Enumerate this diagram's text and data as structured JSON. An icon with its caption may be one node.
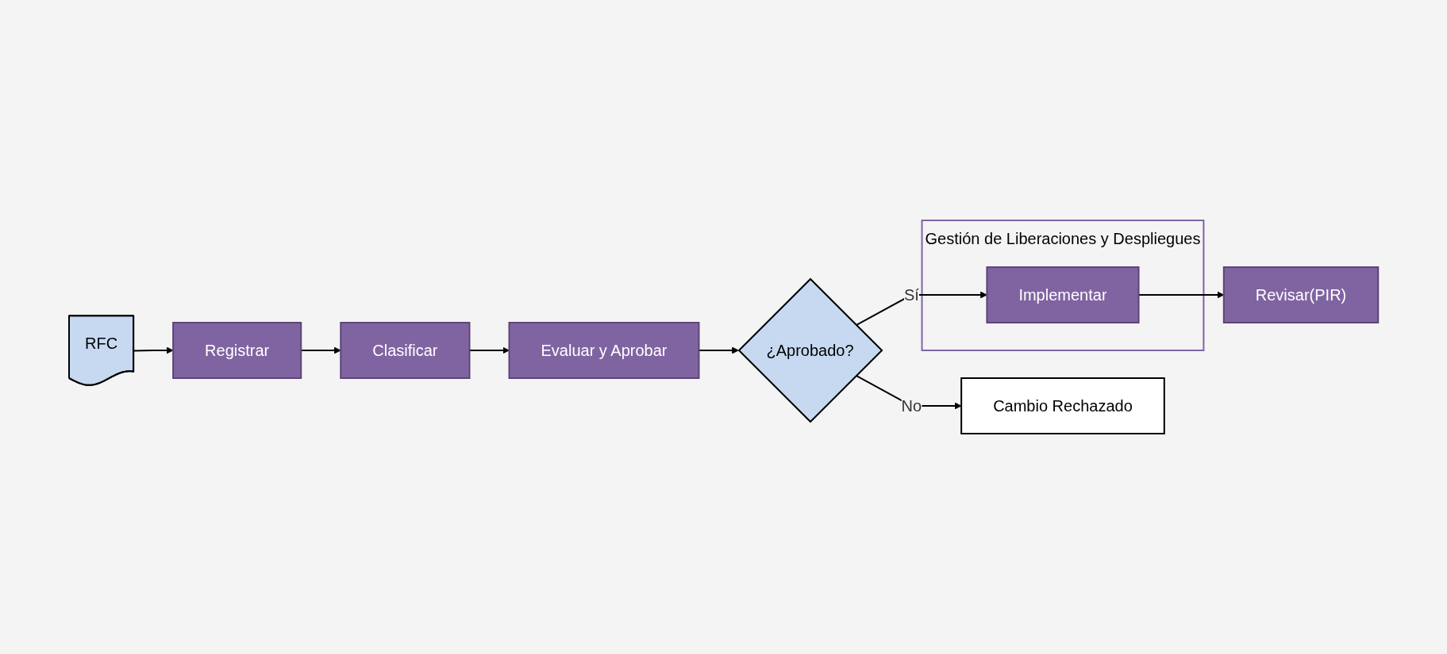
{
  "diagram": {
    "nodes": [
      {
        "text": [
          "RFC"
        ]
      },
      {
        "text": [
          "Registrar"
        ]
      },
      {
        "text": [
          "Clasificar"
        ]
      },
      {
        "text": [
          "Evaluar y Aprobar"
        ]
      },
      {
        "text": [
          "¿Aprobado?"
        ]
      },
      {
        "text": [
          "Cambio Rechazado"
        ]
      },
      {
        "text": [
          "Gestión de Liberaciones y Despliegues"
        ]
      },
      {
        "text": [
          "Implementar"
        ],
        "in": 6
      },
      {
        "text": [
          "Revisar(PIR)"
        ]
      }
    ],
    "edges": [
      {
        "from": 0,
        "to": 1,
        "arrow": "to"
      },
      {
        "from": 1,
        "to": 2,
        "arrow": "to"
      },
      {
        "from": 2,
        "to": 3,
        "arrow": "to"
      },
      {
        "from": 3,
        "to": 4,
        "arrow": "to"
      },
      {
        "from": 4,
        "to": 5,
        "arrow": "to",
        "label": "No"
      },
      {
        "from": 4,
        "to": 7,
        "arrow": "to",
        "label": "Sí"
      },
      {
        "from": 7,
        "to": 8,
        "arrow": "to"
      }
    ]
  }
}
